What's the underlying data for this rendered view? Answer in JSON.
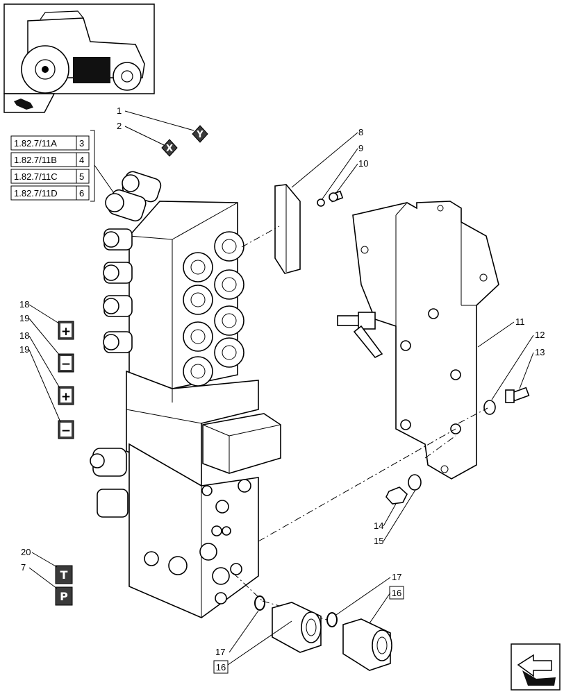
{
  "callouts": {
    "c1": "1",
    "c2": "2",
    "c7": "7",
    "c8": "8",
    "c9": "9",
    "c10": "10",
    "c11": "11",
    "c12": "12",
    "c13": "13",
    "c14": "14",
    "c15": "15",
    "c17a": "17",
    "c17b": "17",
    "c18a": "18",
    "c19a": "19",
    "c18b": "18",
    "c19b": "19",
    "c20": "20"
  },
  "boxed_callouts": {
    "b16a": "16",
    "b16b": "16"
  },
  "symbols": {
    "y": "Y",
    "x": "X",
    "plus1": "+",
    "minus1": "−",
    "plus2": "+",
    "minus2": "−",
    "t": "T",
    "p": "P"
  },
  "references": [
    {
      "ref": "1.82.7/11A",
      "sheet": "3"
    },
    {
      "ref": "1.82.7/11B",
      "sheet": "4"
    },
    {
      "ref": "1.82.7/11C",
      "sheet": "5"
    },
    {
      "ref": "1.82.7/11D",
      "sheet": "6"
    }
  ],
  "icons": {
    "thumbnail": "tractor-thumbnail-icon",
    "direction_small": "direction-arrow-icon",
    "navigation": "navigation-arrow-icon"
  },
  "colors": {
    "line": "#000000",
    "background": "#ffffff",
    "symbol_fill": "#3a3a3a"
  }
}
